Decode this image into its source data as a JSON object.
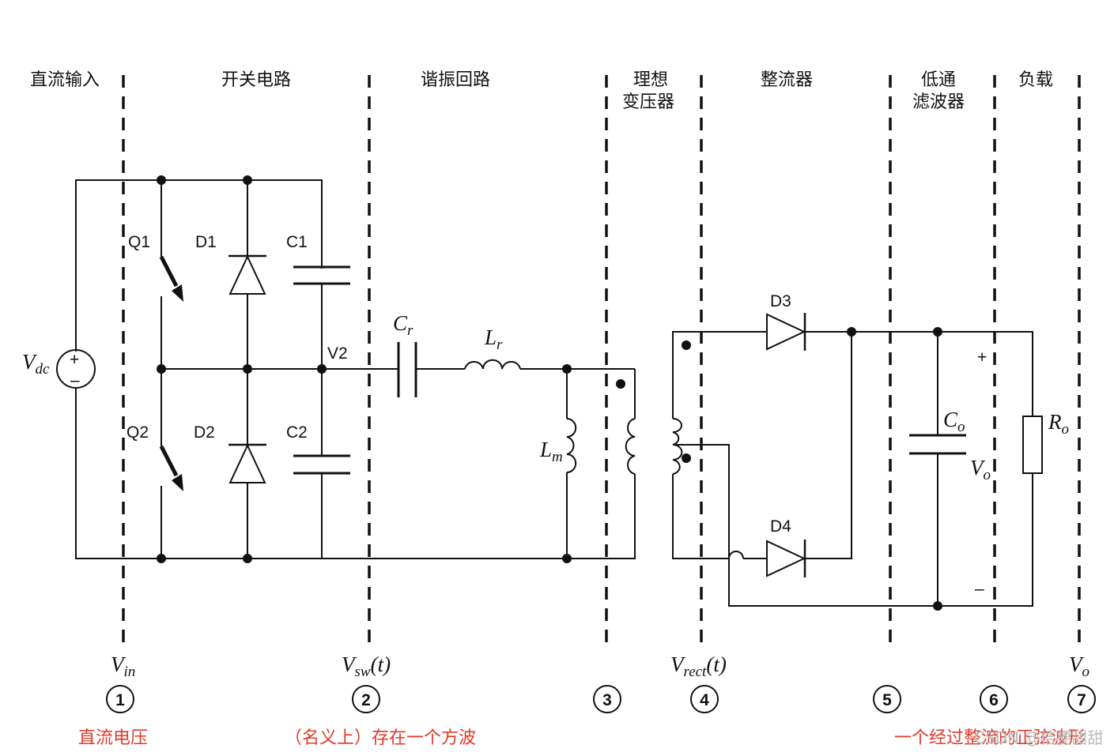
{
  "sections": {
    "dc_input": "直流输入",
    "switch": "开关电路",
    "resonant": "谐振回路",
    "transformer_1": "理想",
    "transformer_2": "变压器",
    "rectifier": "整流器",
    "lpf_1": "低通",
    "lpf_2": "滤波器",
    "load": "负载"
  },
  "components": {
    "q1": "Q1",
    "q2": "Q2",
    "d1": "D1",
    "d2": "D2",
    "c1": "C1",
    "c2": "C2",
    "v2": "V2",
    "d3": "D3",
    "d4": "D4",
    "plus": "+",
    "minus": "–"
  },
  "symbols": {
    "vdc": "V",
    "vdc_sub": "dc",
    "cr": "C",
    "cr_sub": "r",
    "lr": "L",
    "lr_sub": "r",
    "lm": "L",
    "lm_sub": "m",
    "co": "C",
    "co_sub": "o",
    "vo": "V",
    "vo_sub": "o",
    "ro": "R",
    "ro_sub": "o"
  },
  "bottom_labels": {
    "vin": "V",
    "vin_sub": "in",
    "vsw": "V",
    "vsw_sub": "sw",
    "vsw_tail": "(t)",
    "vrect": "V",
    "vrect_sub": "rect",
    "vrect_tail": "(t)",
    "vo": "V",
    "vo_sub": "o"
  },
  "nodes": [
    "1",
    "2",
    "3",
    "4",
    "5",
    "6",
    "7"
  ],
  "notes": {
    "n1": "直流电压",
    "n2": "（名义上）存在一个方波",
    "n3": "一个经过整流的正弦波形"
  },
  "watermark": "CSDN @桔梗甜甜",
  "colors": {
    "line": "#111111",
    "note": "#e0392b",
    "watermark": "#bbbbbb"
  }
}
